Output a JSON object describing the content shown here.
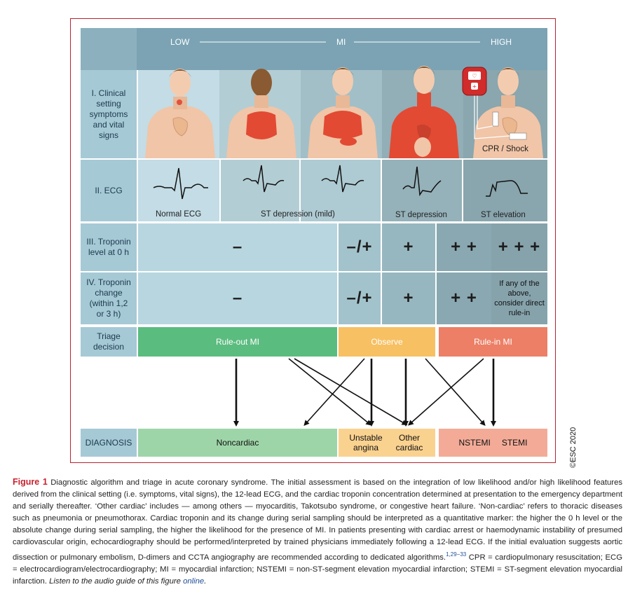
{
  "header": {
    "low": "LOW",
    "mi": "MI",
    "high": "HIGH"
  },
  "rows": {
    "clinical": "I. Clinical setting symptoms and vital signs",
    "ecg": "II. ECG",
    "troponin0": "III. Troponin level at 0 h",
    "troponin_change": "IV. Troponin change (within 1,2 or 3 h)",
    "triage": "Triage decision",
    "diagnosis": "DIAGNOSIS"
  },
  "clinical_note": "CPR / Shock",
  "ecg_labels": {
    "normal": "Normal ECG",
    "mild": "ST depression (mild)",
    "depression": "ST depression",
    "elevation": "ST elevation"
  },
  "troponin0": {
    "neg": "–",
    "maybe": "–/+",
    "plus": "+",
    "plus2": "+ +",
    "plus3": "+ + +"
  },
  "troponin_change": {
    "neg": "–",
    "maybe": "–/+",
    "plus": "+",
    "plus2": "+ +",
    "note": "If any of the above, consider direct rule-in"
  },
  "triage": {
    "ruleout": "Rule-out MI",
    "observe": "Observe",
    "rulein": "Rule-in MI"
  },
  "diagnosis": {
    "noncardiac": "Noncardiac",
    "unstable": "Unstable angina",
    "other": "Other cardiac",
    "nstemi": "NSTEMI",
    "stemi": "STEMI"
  },
  "copyright": "©ESC 2020",
  "caption": {
    "figure": "Figure 1",
    "text": "Diagnostic algorithm and triage in acute coronary syndrome. The initial assessment is based on the integration of low likelihood and/or high likelihood features derived from the clinical setting (i.e. symptoms, vital signs), the 12-lead ECG, and the cardiac troponin concentration determined at presentation to the emergency department and serially thereafter. ‘Other cardiac’ includes — among others — myocarditis, Takotsubo syndrome, or congestive heart failure. ‘Non-cardiac’ refers to thoracic diseases such as pneumonia or pneumothorax. Cardiac troponin and its change during serial sampling should be interpreted as a quantitative marker: the higher the 0 h level or the absolute change during serial sampling, the higher the likelihood for the presence of MI. In patients presenting with cardiac arrest or haemodynamic instability of presumed cardiovascular origin, echocardiography should be performed/interpreted by trained physicians immediately following a 12-lead ECG. If the initial evaluation suggests aortic dissection or pulmonary embolism, D-dimers and CCTA angiography are recommended according to dedicated algorithms.",
    "refs": "1,29−33",
    "text2": " CPR = cardiopulmonary resuscitation; ECG = electrocardiogram/electrocardiography; MI = myocardial infarction; NSTEMI = non-ST-segment elevation myocardial infarction; STEMI = ST-segment elevation myocardial infarction. ",
    "audio_a": "Listen to the audio guide of this figure ",
    "audio_link": "online",
    "audio_b": "."
  },
  "colors": {
    "border": "#b8232f",
    "header": "#7aa2b3",
    "row_label": "#a6c9d6",
    "ruleout": "#5bbc7f",
    "observe": "#f7c062",
    "rulein": "#ec7f66",
    "noncardiac": "#9ed5a8",
    "unstable_other": "#fad290",
    "nstemi_stemi": "#f3ab98"
  }
}
